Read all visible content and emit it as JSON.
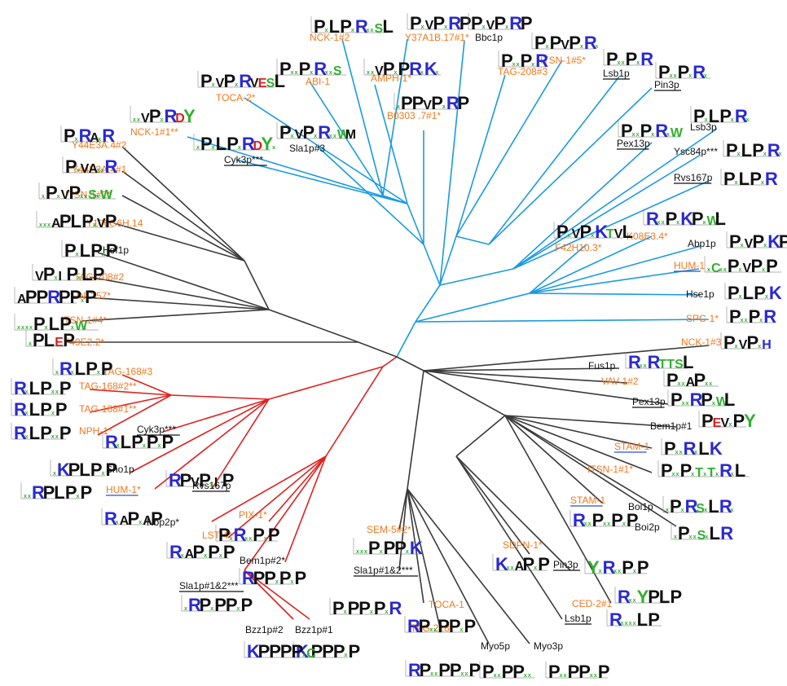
{
  "figure": {
    "colors": {
      "blue_clade": "#1a9ae0",
      "red_clade": "#e02020",
      "black_clade": "#3a3a3a",
      "orange_label": "#f07820",
      "black_label": "#111111",
      "underline_blue": "#2a4fd0",
      "underline_black": "#111111",
      "logo_blue": "#2a2ad0",
      "logo_green": "#30b030",
      "logo_red": "#d02020",
      "logo_black": "#111111"
    },
    "leaves": [
      {
        "id": "nck1-2",
        "label": "NCK-1#2",
        "clade": "blue",
        "color": "orange",
        "logo": "PₓLPₓRₓₓSL"
      },
      {
        "id": "y37a1b",
        "label": "Y37A1B.17#1*",
        "clade": "blue",
        "color": "orange",
        "logo": "PₓVPₓRP"
      },
      {
        "id": "bbc1p",
        "label": "Bbc1p",
        "clade": "blue",
        "color": "black",
        "logo": "PₓVPₓRP"
      },
      {
        "id": "abi1",
        "label": "ABI-1",
        "clade": "blue",
        "color": "orange",
        "logo": "PₓₓPₓRₓₓS"
      },
      {
        "id": "amph1",
        "label": "AMPH-1*",
        "clade": "blue",
        "color": "orange",
        "logo": "ₓₓVPₓPRₓKₓ"
      },
      {
        "id": "itsn1-5",
        "label": "ITSN-1#5*",
        "clade": "blue",
        "color": "orange",
        "logo": "PₓPVPₓRₓ"
      },
      {
        "id": "tag208-3",
        "label": "TAG-208#3",
        "clade": "blue",
        "color": "orange",
        "logo": "PₓₓPₓR"
      },
      {
        "id": "lsb1p-top",
        "label": "Lsb1p",
        "clade": "blue",
        "color": "black",
        "underline": "black",
        "logo": "PₓₓPₓR"
      },
      {
        "id": "pin3p-top",
        "label": "Pin3p",
        "clade": "blue",
        "color": "black",
        "underline": "black",
        "logo": "PₓₓPₓRₓ"
      },
      {
        "id": "toca2",
        "label": "TOCA-2*",
        "clade": "blue",
        "color": "orange",
        "logo": "PₓVPₓRVESL"
      },
      {
        "id": "b0303",
        "label": "B0303 .7#1*",
        "clade": "blue",
        "color": "orange",
        "logo": "ₓPPVPₓRP"
      },
      {
        "id": "nck1-1",
        "label": "NCK-1#1**",
        "clade": "blue",
        "color": "orange",
        "logo": "ₓₓVPₓRDY"
      },
      {
        "id": "cyk3p-top",
        "label": "Cyk3p***",
        "clade": "blue",
        "color": "black",
        "underline": "black",
        "logo": "ₓPₓLPₓRDYₓ"
      },
      {
        "id": "sla1p3",
        "label": "Sla1p#3",
        "clade": "blue",
        "color": "black",
        "logo": "PₓVPₓRₓₓWM"
      },
      {
        "id": "lsb3p",
        "label": "Lsb3p",
        "clade": "blue",
        "color": "black",
        "logo": "PₓLPₓRₓ"
      },
      {
        "id": "pex13p-top",
        "label": "Pex13p",
        "clade": "blue",
        "color": "black",
        "underline": "black",
        "logo": "PₓₓPₓRₓW"
      },
      {
        "id": "ysc84p",
        "label": "Ysc84p***",
        "clade": "blue",
        "color": "black",
        "logo": "PₓLPₓRₓ"
      },
      {
        "id": "rvs167p-top",
        "label": "Rvs167p",
        "clade": "blue",
        "color": "black",
        "underline": "black",
        "logo": "PₓLPₓR"
      },
      {
        "id": "k08e3",
        "label": "K08E3.4*",
        "clade": "blue",
        "color": "orange",
        "logo": "RₓₓPₓKPₓWL"
      },
      {
        "id": "f42h10",
        "label": "F42H10.3*",
        "clade": "blue",
        "color": "orange",
        "logo": "PₓVPₓKTVL"
      },
      {
        "id": "abp1p",
        "label": "Abp1p",
        "clade": "blue",
        "color": "black",
        "logo": "PₓVPₓKPₓW"
      },
      {
        "id": "hum1-top",
        "label": "HUM-1",
        "clade": "blue",
        "color": "orange",
        "underline": "blue",
        "logo": "ₓCₓₓPₓVPₓP"
      },
      {
        "id": "hse1p",
        "label": "Hse1p",
        "clade": "blue",
        "color": "black",
        "logo": "PₓLPₓK"
      },
      {
        "id": "spc1",
        "label": "SPC-1*",
        "clade": "blue",
        "color": "orange",
        "logo": "PₓₓPₓR"
      },
      {
        "id": "nck1-3",
        "label": "NCK-1#3",
        "clade": "black",
        "color": "orange",
        "logo": "PₓVPₓH"
      },
      {
        "id": "fus1p",
        "label": "Fus1p",
        "clade": "black",
        "color": "black",
        "logo": "RₓₓRTTSL"
      },
      {
        "id": "vav1-2",
        "label": "VAV-1#2",
        "clade": "black",
        "color": "orange",
        "logo": "PₓₓAPₓₓ"
      },
      {
        "id": "pex13p-mid",
        "label": "Pex13p",
        "clade": "black",
        "color": "black",
        "underline": "black",
        "logo": "PₓₓRPₓWL"
      },
      {
        "id": "bem1p1",
        "label": "Bem1p#1",
        "clade": "black",
        "color": "black",
        "logo": "PEVₓPY"
      },
      {
        "id": "stam1-a",
        "label": "STAM-1",
        "clade": "black",
        "color": "orange",
        "underline": "blue",
        "logo": "PₓₓRₓLK"
      },
      {
        "id": "itsn1-1",
        "label": "ITSN-1#1*",
        "clade": "black",
        "color": "orange",
        "logo": "PₓₓPₓTₓTₓRₓL"
      },
      {
        "id": "stam1-b",
        "label": "STAM-1",
        "clade": "black",
        "color": "orange",
        "underline": "blue",
        "logo": "RₓₓPₓₓPₓP"
      },
      {
        "id": "boi1p",
        "label": "Boi1p",
        "clade": "black",
        "color": "black",
        "logo": "ₓPₓRSₓLRₓ"
      },
      {
        "id": "boi2p",
        "label": "Boi2p",
        "clade": "black",
        "color": "black",
        "logo": "ₓPₓₓSₓLR"
      },
      {
        "id": "sdpn1",
        "label": "SDPN-1*",
        "clade": "black",
        "color": "orange",
        "logo": "KₓₓAPₓP"
      },
      {
        "id": "pin3p-bot",
        "label": "Pin3p",
        "clade": "black",
        "color": "black",
        "underline": "black",
        "logo": "YₓRₓₓPₓP"
      },
      {
        "id": "ced2",
        "label": "CED-2#1",
        "clade": "black",
        "color": "orange",
        "logo": "RₓₓYPLP"
      },
      {
        "id": "lsb1p-bot",
        "label": "Lsb1p",
        "clade": "black",
        "color": "black",
        "underline": "black",
        "logo": "RₓₓₓₓLP"
      },
      {
        "id": "myo3p",
        "label": "Myo3p",
        "clade": "black",
        "color": "black",
        "logo": "PₓₓPPₓₓP"
      },
      {
        "id": "myo5p",
        "label": "Myo5p",
        "clade": "black",
        "color": "black",
        "logo": "PₓₓPPₓₓ"
      },
      {
        "id": "tag218",
        "label": "TAG-218*",
        "clade": "black",
        "color": "orange",
        "logo": "RPₓₓPPₓₓP"
      },
      {
        "id": "toca1",
        "label": "TOCA-1",
        "clade": "black",
        "color": "orange",
        "logo": "RPₓₓPPₓP"
      },
      {
        "id": "sem5-2",
        "label": "SEM-5#2*",
        "clade": "black",
        "color": "orange",
        "logo": "ₓₓₓPₓPPₓK"
      },
      {
        "id": "sla1p12-b",
        "label": "Sla1p#1&2***",
        "clade": "black",
        "color": "black",
        "underline": "black",
        "logo": "PₓPPₓPₓR"
      },
      {
        "id": "bzz1p1",
        "label": "Bzz1p#1",
        "clade": "red",
        "color": "black",
        "logo": "KₓPPPₓP"
      },
      {
        "id": "bzz1p2",
        "label": "Bzz1p#2",
        "clade": "red",
        "color": "black",
        "logo": "KPPPPₓC"
      },
      {
        "id": "sla1p12-a",
        "label": "Sla1p#1&2***",
        "clade": "red",
        "color": "black",
        "underline": "black",
        "logo": "ₓRPₓPPₓP"
      },
      {
        "id": "bem1p2",
        "label": "Bem1p#2*",
        "clade": "red",
        "color": "black",
        "logo": "RPPₓPₓP"
      },
      {
        "id": "pix1",
        "label": "PIX-1*",
        "clade": "red",
        "color": "orange",
        "logo": "PₓRₓₓPₓP"
      },
      {
        "id": "lst4",
        "label": "LST-4*",
        "clade": "red",
        "color": "orange",
        "logo": "RₓAPₓPₓP"
      },
      {
        "id": "nbp2p",
        "label": "Nbp2p*",
        "clade": "red",
        "color": "black",
        "logo": "RₓAPₓAP"
      },
      {
        "id": "hum1-bot",
        "label": "HUM-1*",
        "clade": "red",
        "color": "orange",
        "underline": "blue",
        "logo": "ₓₓRPLPₓP"
      },
      {
        "id": "rvs167p-bot",
        "label": "Rvs167p",
        "clade": "red",
        "color": "black",
        "underline": "black",
        "logo": "RPVPₓIP"
      },
      {
        "id": "sho1p",
        "label": "Sho1p",
        "clade": "red",
        "color": "black",
        "logo": "ₓKPLPₓP"
      },
      {
        "id": "cyk3p-bot",
        "label": "Cyk3p***",
        "clade": "red",
        "color": "black",
        "underline": "black",
        "logo": "RₓLPₓPₓP"
      },
      {
        "id": "nph1",
        "label": "NPH-1*",
        "clade": "red",
        "color": "orange",
        "logo": "RₓLPₓₓP"
      },
      {
        "id": "tag168-1",
        "label": "TAG-168#1**",
        "clade": "red",
        "color": "orange",
        "logo": "RₓLPₓP"
      },
      {
        "id": "tag168-2",
        "label": "TAG-168#2**",
        "clade": "red",
        "color": "orange",
        "logo": "RₓLPₓₓP"
      },
      {
        "id": "tag168-3",
        "label": "TAG-168#3",
        "clade": "red",
        "color": "orange",
        "logo": "ₓRₓLPₓP"
      },
      {
        "id": "f49e2",
        "label": "F49E2.2*",
        "clade": "black",
        "color": "orange",
        "logo": "ₓPLEP"
      },
      {
        "id": "itsn1-4",
        "label": "ITSN-1#4*",
        "clade": "black",
        "color": "orange",
        "logo": "ₓₓₓₓPₓLPₓWₓ"
      },
      {
        "id": "unc57",
        "label": "UNC-57*",
        "clade": "black",
        "color": "orange",
        "logo": "APPRPPₓP"
      },
      {
        "id": "tag208-2",
        "label": "TAG-208#2",
        "clade": "black",
        "color": "orange",
        "logo": "VPₓIPₓLP"
      },
      {
        "id": "hof1p",
        "label": "Hof1p",
        "clade": "black",
        "color": "black",
        "logo": "PₓLPₓP"
      },
      {
        "id": "y106g6h",
        "label": "Y106G6H.14",
        "clade": "black",
        "color": "orange",
        "logo": "ₓₓₓAPLPₓVP"
      },
      {
        "id": "itsn1-2",
        "label": "ITSN-1#2*",
        "clade": "black",
        "color": "orange",
        "logo": "ₓPₓVPₓₓSₓW"
      },
      {
        "id": "y44e3a-1",
        "label": "Y44E3A.4#1",
        "clade": "black",
        "color": "orange",
        "logo": "PₓVAₓₓR"
      },
      {
        "id": "y44e3a-2",
        "label": "Y44E3A.4#2",
        "clade": "black",
        "color": "orange",
        "logo": "PₓRAₓR"
      }
    ]
  }
}
